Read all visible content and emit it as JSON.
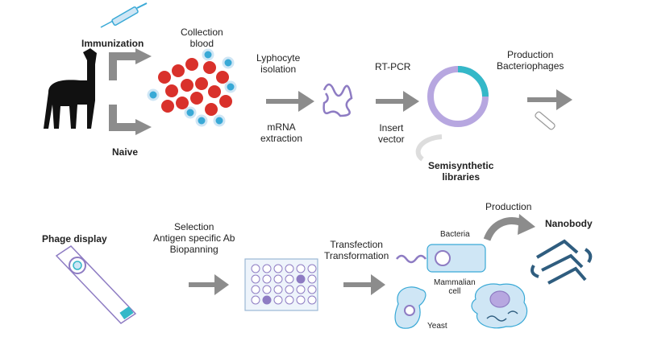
{
  "labels": {
    "immunization": "Immunization",
    "naive": "Naive",
    "collection_blood": "Collection\nblood",
    "lymphocyte_isolation": "Lyphocyte\nisolation",
    "mrna_extraction": "mRNA\nextraction",
    "rt_pcr": "RT-PCR",
    "insert_vector": "Insert\nvector",
    "semisynthetic_libraries": "Semisynthetic\nlibraries",
    "production_bacteriophages": "Production\nBacteriophages",
    "phage_display": "Phage display",
    "selection": "Selection\nAntigen specific Ab\nBiopanning",
    "transfection": "Transfection\nTransformation",
    "bacteria": "Bacteria",
    "mammalian_cell": "Mammalian\ncell",
    "yeast": "Yeast",
    "production": "Production",
    "nanobody": "Nanobody"
  },
  "colors": {
    "arrow": "#8c8c8c",
    "red_cell": "#d9312b",
    "blue_cell": "#39a9d6",
    "purple": "#8e7cc3",
    "teal": "#34b8c8",
    "light_blue": "#cfe6f5",
    "dark_blue": "#2f5d7f"
  },
  "icons": [
    "syringe-icon",
    "llama-icon",
    "blood-cells-icon",
    "mrna-icon",
    "plasmid-icon",
    "phage-icon",
    "phage-display-icon",
    "well-plate-icon",
    "bacteria-icon",
    "yeast-icon",
    "mammalian-cell-icon",
    "nanobody-icon"
  ]
}
